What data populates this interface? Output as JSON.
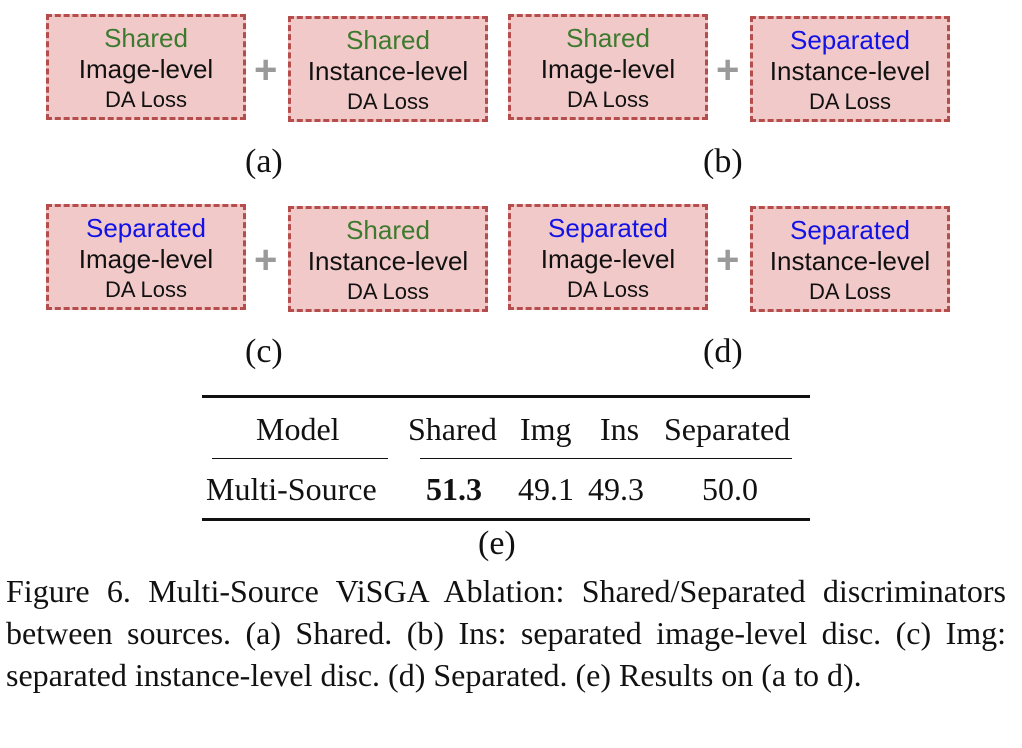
{
  "panels": [
    {
      "left": {
        "kind": "Shared",
        "line2": "Image-level",
        "line3": "DA Loss"
      },
      "right": {
        "kind": "Shared",
        "line2": "Instance-level",
        "line3": "DA Loss"
      },
      "label": "(a)"
    },
    {
      "left": {
        "kind": "Shared",
        "line2": "Image-level",
        "line3": "DA Loss"
      },
      "right": {
        "kind": "Separated",
        "line2": "Instance-level",
        "line3": "DA Loss"
      },
      "label": "(b)"
    },
    {
      "left": {
        "kind": "Separated",
        "line2": "Image-level",
        "line3": "DA Loss"
      },
      "right": {
        "kind": "Shared",
        "line2": "Instance-level",
        "line3": "DA Loss"
      },
      "label": "(c)"
    },
    {
      "left": {
        "kind": "Separated",
        "line2": "Image-level",
        "line3": "DA Loss"
      },
      "right": {
        "kind": "Separated",
        "line2": "Instance-level",
        "line3": "DA Loss"
      },
      "label": "(d)"
    }
  ],
  "plus_symbol": "+",
  "colors": {
    "shared": "#3c7a2e",
    "separated": "#1212e6",
    "box_fill": "#f2c9c9",
    "box_border": "#b54d4d",
    "plus": "#9a9a9a"
  },
  "table": {
    "headers": [
      "Model",
      "Shared",
      "Img",
      "Ins",
      "Separated"
    ],
    "row": [
      "Multi-Source",
      "51.3",
      "49.1",
      "49.3",
      "50.0"
    ],
    "bold_value": "51.3",
    "label": "(e)"
  },
  "caption": "Figure 6. Multi-Source ViSGA Ablation: Shared/Separated discriminators between sources. (a) Shared. (b) Ins: separated image-level disc. (c) Img: separated instance-level disc. (d) Separated. (e) Results on (a to d)."
}
